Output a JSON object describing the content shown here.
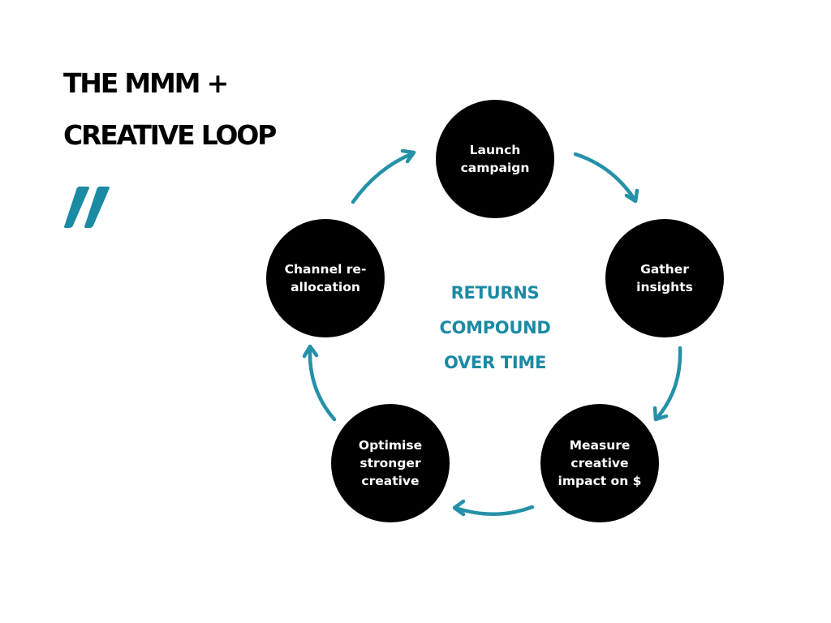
{
  "title": {
    "line1": "THE MMM +",
    "line2": "CREATIVE LOOP"
  },
  "decoration": {
    "icon": "double-slash-icon",
    "color": "#1b8aa3"
  },
  "cycle": {
    "arrow_color": "#2591a8",
    "node_color": "#000000",
    "node_text_color": "#ffffff",
    "nodes": [
      {
        "label": "Launch\ncampaign"
      },
      {
        "label": "Gather\ninsights"
      },
      {
        "label": "Measure\ncreative\nimpact on $"
      },
      {
        "label": "Optimise\nstronger\ncreative"
      },
      {
        "label": "Channel re-\nallocation"
      }
    ],
    "center": {
      "line1": "RETURNS",
      "line2": "COMPOUND",
      "line3": "OVER TIME",
      "color": "#1b8aa3"
    }
  }
}
